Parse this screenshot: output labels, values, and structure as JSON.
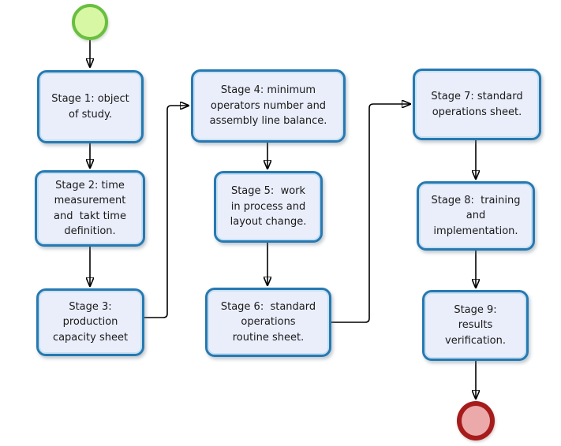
{
  "diagram": {
    "type": "flowchart",
    "start_event": "start",
    "end_event": "end"
  },
  "stages": [
    {
      "id": 1,
      "label": "Stage 1: object\nof study."
    },
    {
      "id": 2,
      "label": "Stage 2: time\nmeasurement\nand  takt time\ndefinition."
    },
    {
      "id": 3,
      "label": "Stage 3:\nproduction\ncapacity sheet"
    },
    {
      "id": 4,
      "label": "Stage 4: minimum\noperators number and\nassembly line balance."
    },
    {
      "id": 5,
      "label": "Stage 5:  work\nin process and\nlayout change."
    },
    {
      "id": 6,
      "label": "Stage 6:  standard\noperations\nroutine sheet."
    },
    {
      "id": 7,
      "label": "Stage 7: standard\noperations sheet."
    },
    {
      "id": 8,
      "label": "Stage 8:  training\nand\nimplementation."
    },
    {
      "id": 9,
      "label": "Stage 9:\nresults\nverification."
    }
  ],
  "edges": [
    {
      "from": "start",
      "to": "stage-1"
    },
    {
      "from": "stage-1",
      "to": "stage-2"
    },
    {
      "from": "stage-2",
      "to": "stage-3"
    },
    {
      "from": "stage-3",
      "to": "stage-4"
    },
    {
      "from": "stage-4",
      "to": "stage-5"
    },
    {
      "from": "stage-5",
      "to": "stage-6"
    },
    {
      "from": "stage-6",
      "to": "stage-7"
    },
    {
      "from": "stage-7",
      "to": "stage-8"
    },
    {
      "from": "stage-8",
      "to": "stage-9"
    },
    {
      "from": "stage-9",
      "to": "end"
    }
  ],
  "colors": {
    "background": "#ffffff",
    "box_fill": "#eaeefb",
    "box_border": "#2679b2",
    "start_fill": "#d8f7a4",
    "start_border": "#69bf40",
    "end_fill": "#eba9a9",
    "end_border": "#a61b1b",
    "arrow": "#000000",
    "text": "#1a1a1a"
  }
}
